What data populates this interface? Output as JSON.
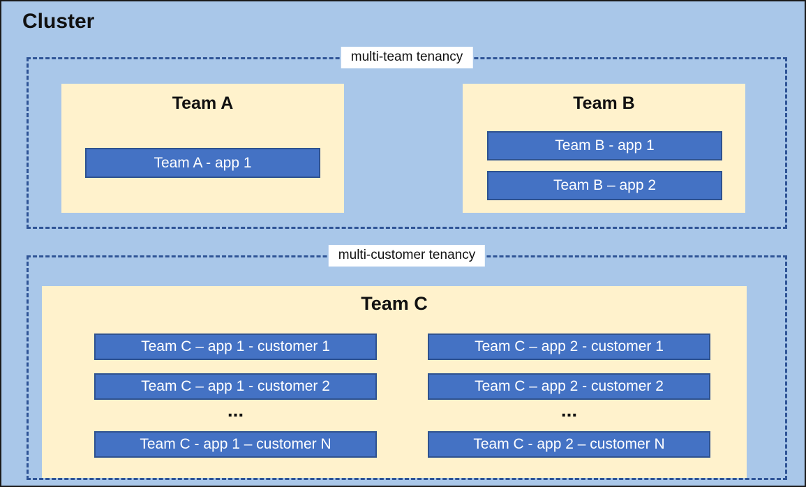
{
  "cluster": {
    "title": "Cluster"
  },
  "regions": [
    {
      "label": "multi-team tenancy",
      "teams": [
        {
          "name": "Team A",
          "apps": [
            "Team A - app 1"
          ]
        },
        {
          "name": "Team B",
          "apps": [
            "Team B - app 1",
            "Team B – app 2"
          ]
        }
      ]
    },
    {
      "label": "multi-customer tenancy",
      "teams": [
        {
          "name": "Team C",
          "columns": [
            {
              "apps": [
                "Team C – app 1 - customer 1",
                "Team C – app 1 - customer 2",
                "Team C - app 1 – customer N"
              ],
              "ellipsis": "..."
            },
            {
              "apps": [
                "Team C – app 2 - customer 1",
                "Team C – app 2 - customer 2",
                "Team C - app 2 – customer N"
              ],
              "ellipsis": "..."
            }
          ]
        }
      ]
    }
  ],
  "colors": {
    "canvas_background": "#a9c7e9",
    "team_fill": "#fff2cc",
    "app_fill": "#4472c4",
    "app_border": "#2f528f",
    "dashed_border": "#2f5496",
    "label_background": "#ffffff",
    "text_dark": "#111111",
    "text_light": "#ffffff"
  }
}
